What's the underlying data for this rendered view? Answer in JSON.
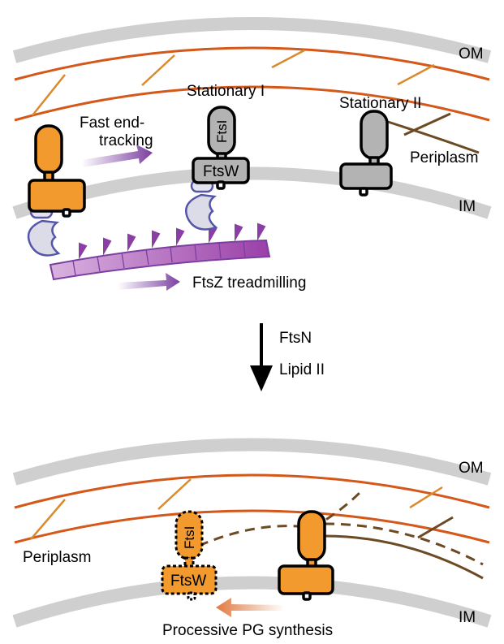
{
  "colors": {
    "membrane": "#cfcfcf",
    "peptidoglycan": "#d4581a",
    "ftsW_active": "#f29a2e",
    "ftsW_inactive": "#b3b3b3",
    "ftsZ": "#b070c0",
    "ftsA": "#dcdce8",
    "arrow_purple": "#7a3fa0",
    "arrow_orange": "#e07a40"
  },
  "top": {
    "om_label": "OM",
    "im_label": "IM",
    "periplasm_label": "Periplasm",
    "fast_end_tracking_line1": "Fast end-",
    "fast_end_tracking_line2": "tracking",
    "stationary_1_label": "Stationary I",
    "stationary_2_label": "Stationary II",
    "ftsI_label": "FtsI",
    "ftsW_label": "FtsW",
    "treadmilling_label": "FtsZ  treadmilling"
  },
  "transition": {
    "line1": "FtsN",
    "line2": "Lipid II"
  },
  "bottom": {
    "om_label": "OM",
    "im_label": "IM",
    "periplasm_label": "Periplasm",
    "ftsI_label": "FtsI",
    "ftsW_label": "FtsW",
    "processive_label": "Processive PG synthesis"
  }
}
